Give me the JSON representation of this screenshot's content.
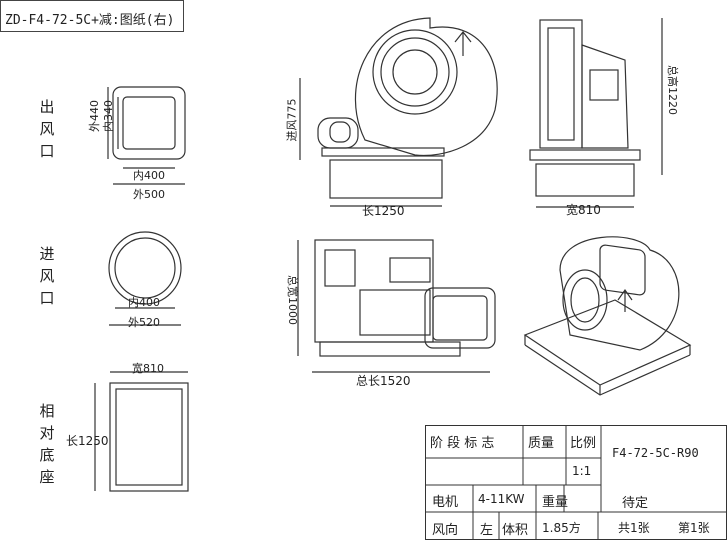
{
  "header": {
    "title": "ZD-F4-72-5C+减:图纸(右)"
  },
  "views": {
    "outlet": {
      "label": "出风口",
      "outer_height": "外440",
      "inner_height": "内340",
      "inner_width": "内400",
      "outer_width": "外500"
    },
    "inlet": {
      "label": "进风口",
      "inner_dia": "内400",
      "outer_dia": "外520"
    },
    "base": {
      "label": "相对底座",
      "width": "宽810",
      "length": "长1250"
    },
    "front": {
      "inlet_height": "进风775",
      "length": "长1250"
    },
    "side": {
      "total_height": "总高1220",
      "width": "宽810"
    },
    "top": {
      "total_width": "总宽1000",
      "total_length": "总长1520"
    }
  },
  "title_block": {
    "stage_mark": "阶 段 标 志",
    "mass": "质量",
    "scale": "比例",
    "scale_value": "1:1",
    "model": "F4-72-5C-R90",
    "motor_label": "电机",
    "motor_value": "4-11KW",
    "weight_label": "重量",
    "weight_value": "待定",
    "direction_label": "风向",
    "direction_value": "左",
    "volume_label": "体积",
    "volume_value": "1.85方",
    "total_sheets": "共1张",
    "sheet_no": "第1张"
  }
}
